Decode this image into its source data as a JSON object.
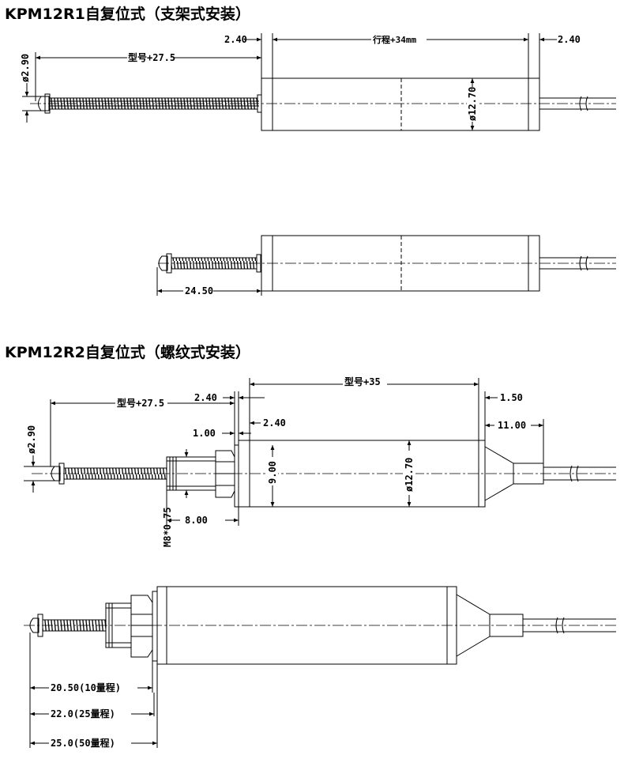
{
  "headings": {
    "r1": "KPM12R1自复位式（支架式安装）",
    "r2": "KPM12R2自复位式（螺纹式安装）"
  },
  "r1": {
    "dim_left_flange": "2.40",
    "dim_stroke": "行程+34mm",
    "dim_right_flange": "2.40",
    "dim_model": "型号+27.5",
    "dim_tip_dia": "ø2.90",
    "dim_body_dia": "ø12.70",
    "dim_retracted": "24.50"
  },
  "r2": {
    "dim_model_35": "型号+35",
    "dim_model_275": "型号+27.5",
    "dim_240_top": "2.40",
    "dim_150": "1.50",
    "dim_240_mid": "2.40",
    "dim_100": "1.00",
    "dim_1100": "11.00",
    "dim_tip_dia": "ø2.90",
    "dim_900": "9.00",
    "dim_body_dia": "ø12.70",
    "dim_thread": "M8*0.75",
    "dim_800": "8.00",
    "dim_range_10": "20.50(10量程)",
    "dim_range_25": "22.0(25量程)",
    "dim_range_50": "25.0(50量程)"
  }
}
